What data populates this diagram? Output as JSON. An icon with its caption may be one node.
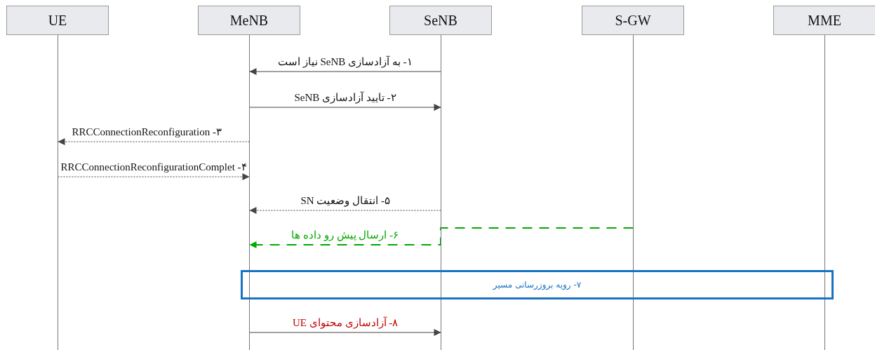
{
  "diagram": {
    "nodes": [
      {
        "text": [
          "UE"
        ]
      },
      {
        "text": [
          "MeNB"
        ]
      },
      {
        "text": [
          "SeNB"
        ]
      },
      {
        "text": [
          "S-GW"
        ]
      },
      {
        "text": [
          "MME"
        ]
      },
      {
        "text": [],
        "shape": "line"
      },
      {
        "text": [],
        "shape": "line"
      },
      {
        "text": [],
        "shape": "line"
      },
      {
        "text": [],
        "shape": "line"
      },
      {
        "text": [],
        "shape": "line"
      },
      {
        "text": [
          "۷- رویه بروزرسانی مسیر"
        ]
      }
    ],
    "edges": [
      {
        "from": 7,
        "to": 6,
        "arrow": "to",
        "label": "۱- به آزادسازی SeNB نیاز است"
      },
      {
        "from": 6,
        "to": 7,
        "arrow": "to",
        "label": "۲- تایید آزادسازی SeNB"
      },
      {
        "from": 6,
        "to": 5,
        "arrow": "to",
        "label": "۳- RRCConnectionReconfiguration",
        "style": "dashed"
      },
      {
        "from": 5,
        "to": 6,
        "arrow": "to",
        "label": "۴- RRCConnectionReconfigurationComplet",
        "style": "dashed"
      },
      {
        "from": 7,
        "to": 6,
        "arrow": "to",
        "label": "۵- انتقال وضعیت SN",
        "style": "dashed"
      },
      {
        "from": 8,
        "to": 6,
        "arrow": "to",
        "label": "۶- ارسال پیش رو داده ها",
        "style": "dashed",
        "color": "#00aa00"
      },
      {
        "from": 6,
        "to": 7,
        "arrow": "to",
        "label": "۸- آزادسازی محتوای UE"
      }
    ]
  }
}
